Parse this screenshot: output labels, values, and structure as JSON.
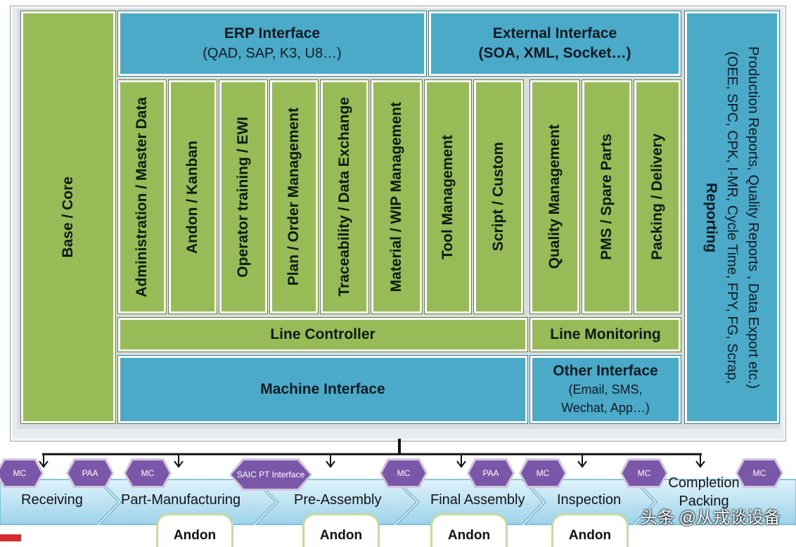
{
  "architecture": {
    "base": "Base / Core",
    "erp": {
      "title": "ERP Interface",
      "subtitle": "(QAD, SAP, K3, U8…)"
    },
    "external": {
      "title": "External Interface",
      "subtitle": "(SOA, XML, Socket…)"
    },
    "modules": [
      "Administration / Master Data",
      "Andon / Kanban",
      "Operator training / EWI",
      "Plan / Order Management",
      "Traceability / Data Exchange",
      "Material / WIP Management",
      "Tool Management",
      "Script / Custom",
      "Quality Management",
      "PMS / Spare Parts",
      "Packing / Delivery"
    ],
    "line_controller": "Line Controller",
    "line_monitoring": "Line Monitoring",
    "machine_interface": "Machine Interface",
    "other_interface": {
      "title": "Other Interface",
      "line1": "(Email, SMS,",
      "line2": "Wechat, App…)"
    },
    "reporting": {
      "title": "Reporting",
      "line1": "(OEE, SPC, CPK, I-MR, Cycle Time, FPY, FG, Scrap,",
      "line2": "Production Reports, Quality Reports , Data Export etc.)"
    }
  },
  "flow": {
    "badges": [
      "MC",
      "PAA",
      "MC",
      "SAIC PT Interface",
      "MC",
      "PAA",
      "MC",
      "MC",
      "MC"
    ],
    "steps": [
      "Receiving",
      "Part-Manufacturing",
      "Pre-Assembly",
      "Final Assembly",
      "Inspection",
      "Completion Packing"
    ],
    "andon": [
      "Andon",
      "Andon",
      "Andon",
      "Andon"
    ]
  },
  "watermark": "头条 @从戎谈设备",
  "colors": {
    "blue": "#4aaac7",
    "green": "#97bb56",
    "badge": "#7a57a8"
  }
}
